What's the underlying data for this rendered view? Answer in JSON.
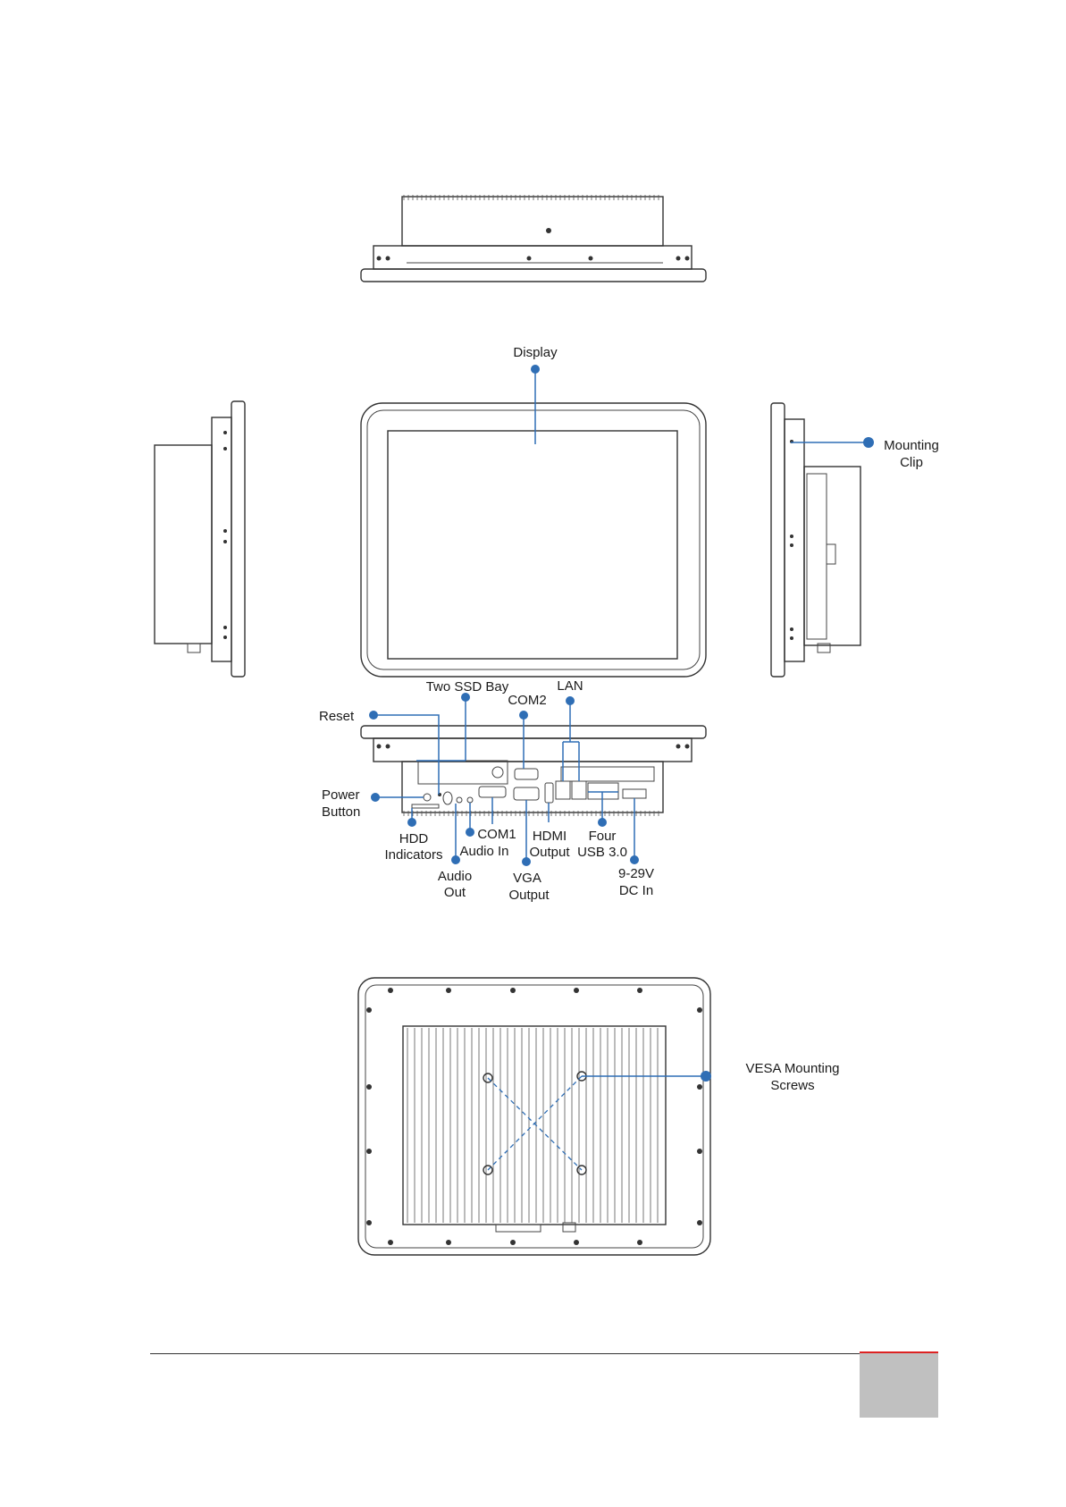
{
  "callouts": {
    "display": "Display",
    "mounting_clip": [
      "Mounting",
      "Clip"
    ],
    "two_ssd_bay": "Two SSD Bay",
    "com2": "COM2",
    "lan": "LAN",
    "reset": "Reset",
    "power_button": [
      "Power",
      "Button"
    ],
    "hdd_indicators": [
      "HDD",
      "Indicators"
    ],
    "com1": "COM1",
    "audio_in": "Audio In",
    "hdmi_output": [
      "HDMI",
      "Output"
    ],
    "four_usb": [
      "Four",
      "USB 3.0"
    ],
    "audio_out": [
      "Audio",
      "Out"
    ],
    "vga_output": [
      "VGA",
      "Output"
    ],
    "dc_in": [
      "9-29V",
      "DC In"
    ],
    "vesa_screws": [
      "VESA Mounting",
      "Screws"
    ]
  },
  "colors": {
    "callout_line": "#2f6eb5",
    "drawing_line": "#333333",
    "page_tab": "#c0c0c0",
    "page_tab_accent": "#dd2222"
  }
}
